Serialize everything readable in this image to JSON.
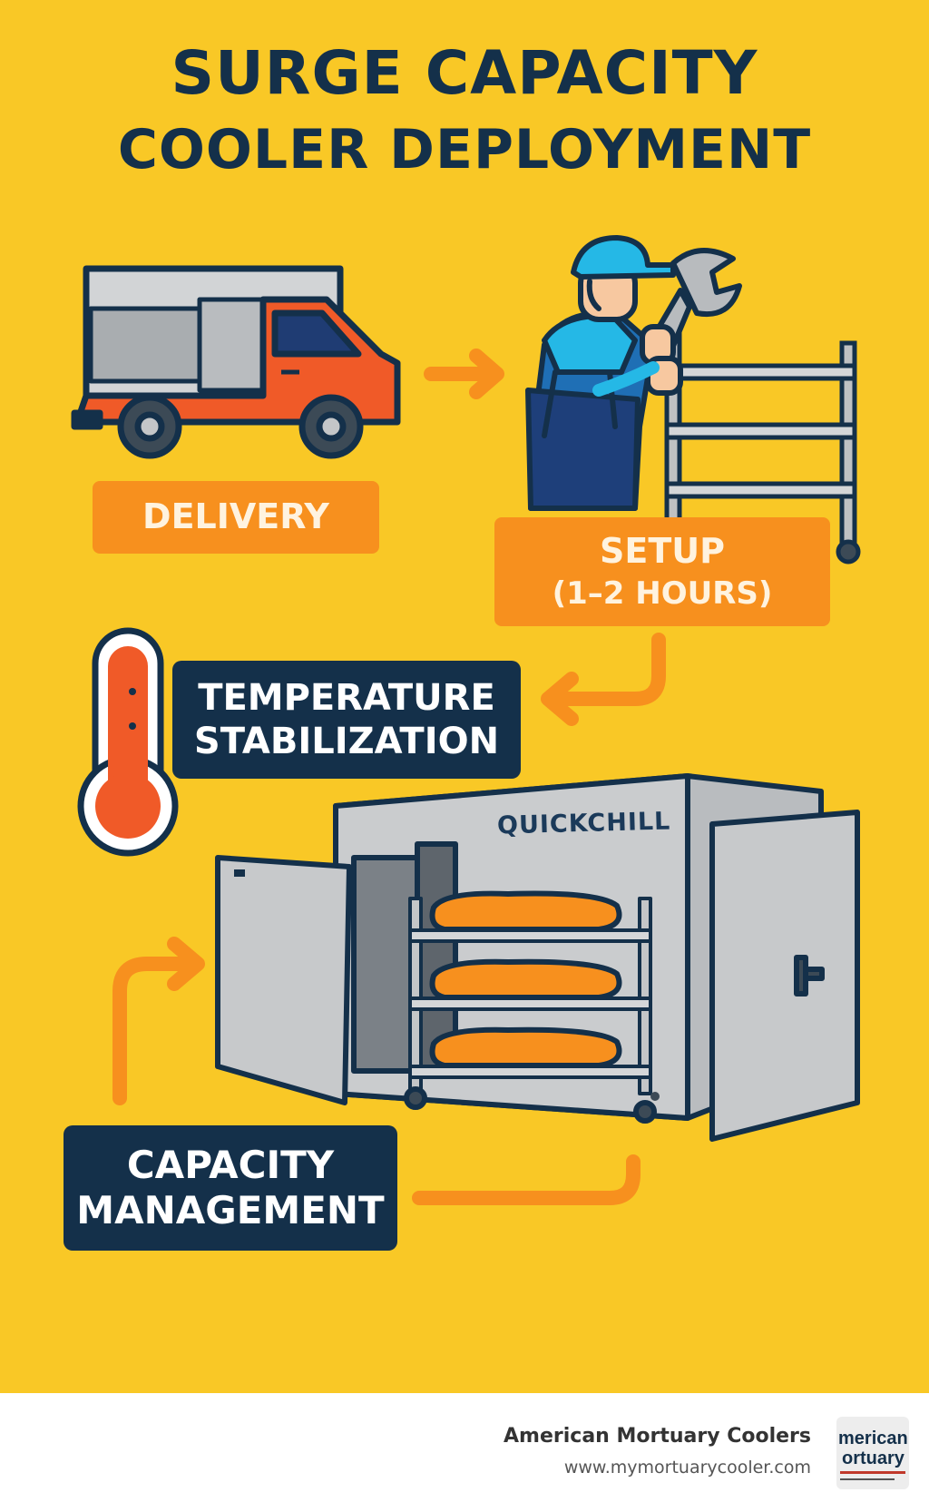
{
  "title": {
    "line1": "SURGE CAPACITY",
    "line2": "COOLER DEPLOYMENT"
  },
  "steps": {
    "delivery": {
      "label": "DELIVERY"
    },
    "setup": {
      "label": "SETUP",
      "duration": "(1–2 HOURS)"
    },
    "temperature": {
      "line1": "TEMPERATURE",
      "line2": "STABILIZATION"
    },
    "capacity": {
      "line1": "CAPACITY",
      "line2": "MANAGEMENT"
    }
  },
  "cooler": {
    "brand": "QUICKCHILL"
  },
  "footer": {
    "company": "American Mortuary Coolers",
    "website": "www.mymortuarycooler.com",
    "logo_text": "merican ortuary"
  },
  "colors": {
    "background": "#F9C826",
    "navy": "#14304A",
    "orange": "#F7901E",
    "truck_red": "#F05A28",
    "steel": "#C4C6C8"
  }
}
